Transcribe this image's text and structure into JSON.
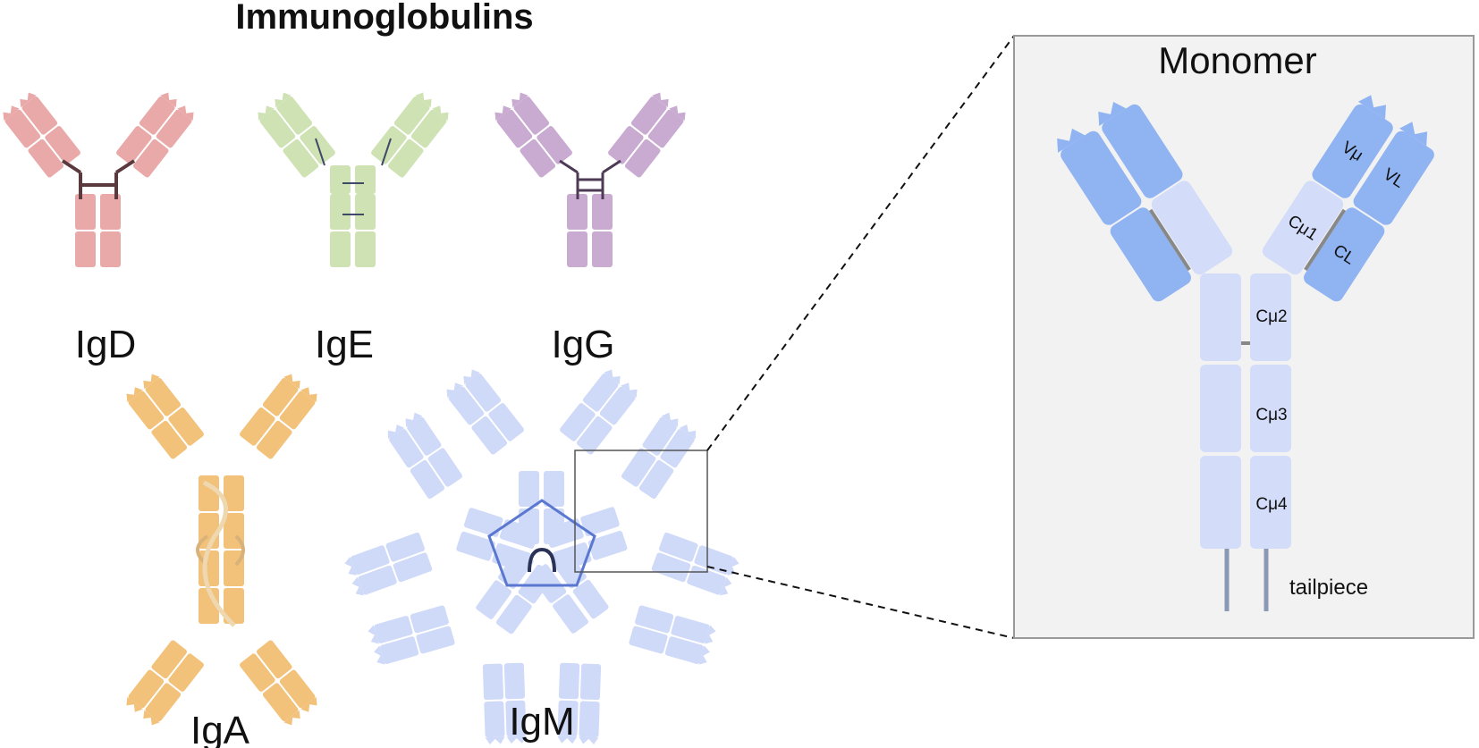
{
  "title": "Immunoglobulins",
  "isotypes": [
    {
      "label": "IgD",
      "color": "#e9a9a8",
      "bond_color": "#5a3a3e"
    },
    {
      "label": "IgE",
      "color": "#cfe2b4",
      "bond_color": "#3f4a66"
    },
    {
      "label": "IgG",
      "color": "#c9abd2",
      "bond_color": "#4d3a55"
    },
    {
      "label": "IgA",
      "color": "#f2c17a",
      "bond_color": "#d9b27a"
    },
    {
      "label": "IgM",
      "color": "#cfd9f8",
      "bond_color": "#5b78d0"
    }
  ],
  "panel": {
    "title": "Monomer",
    "heavy_color": "#d3dcf9",
    "light_color": "#90b3f2",
    "background": "#f2f2f2",
    "domains": {
      "vh": "Vμ",
      "vl": "VL",
      "ch1": "Cμ1",
      "cl": "CL",
      "ch2": "Cμ2",
      "ch3": "Cμ3",
      "ch4": "Cμ4",
      "tail": "tailpiece"
    }
  }
}
